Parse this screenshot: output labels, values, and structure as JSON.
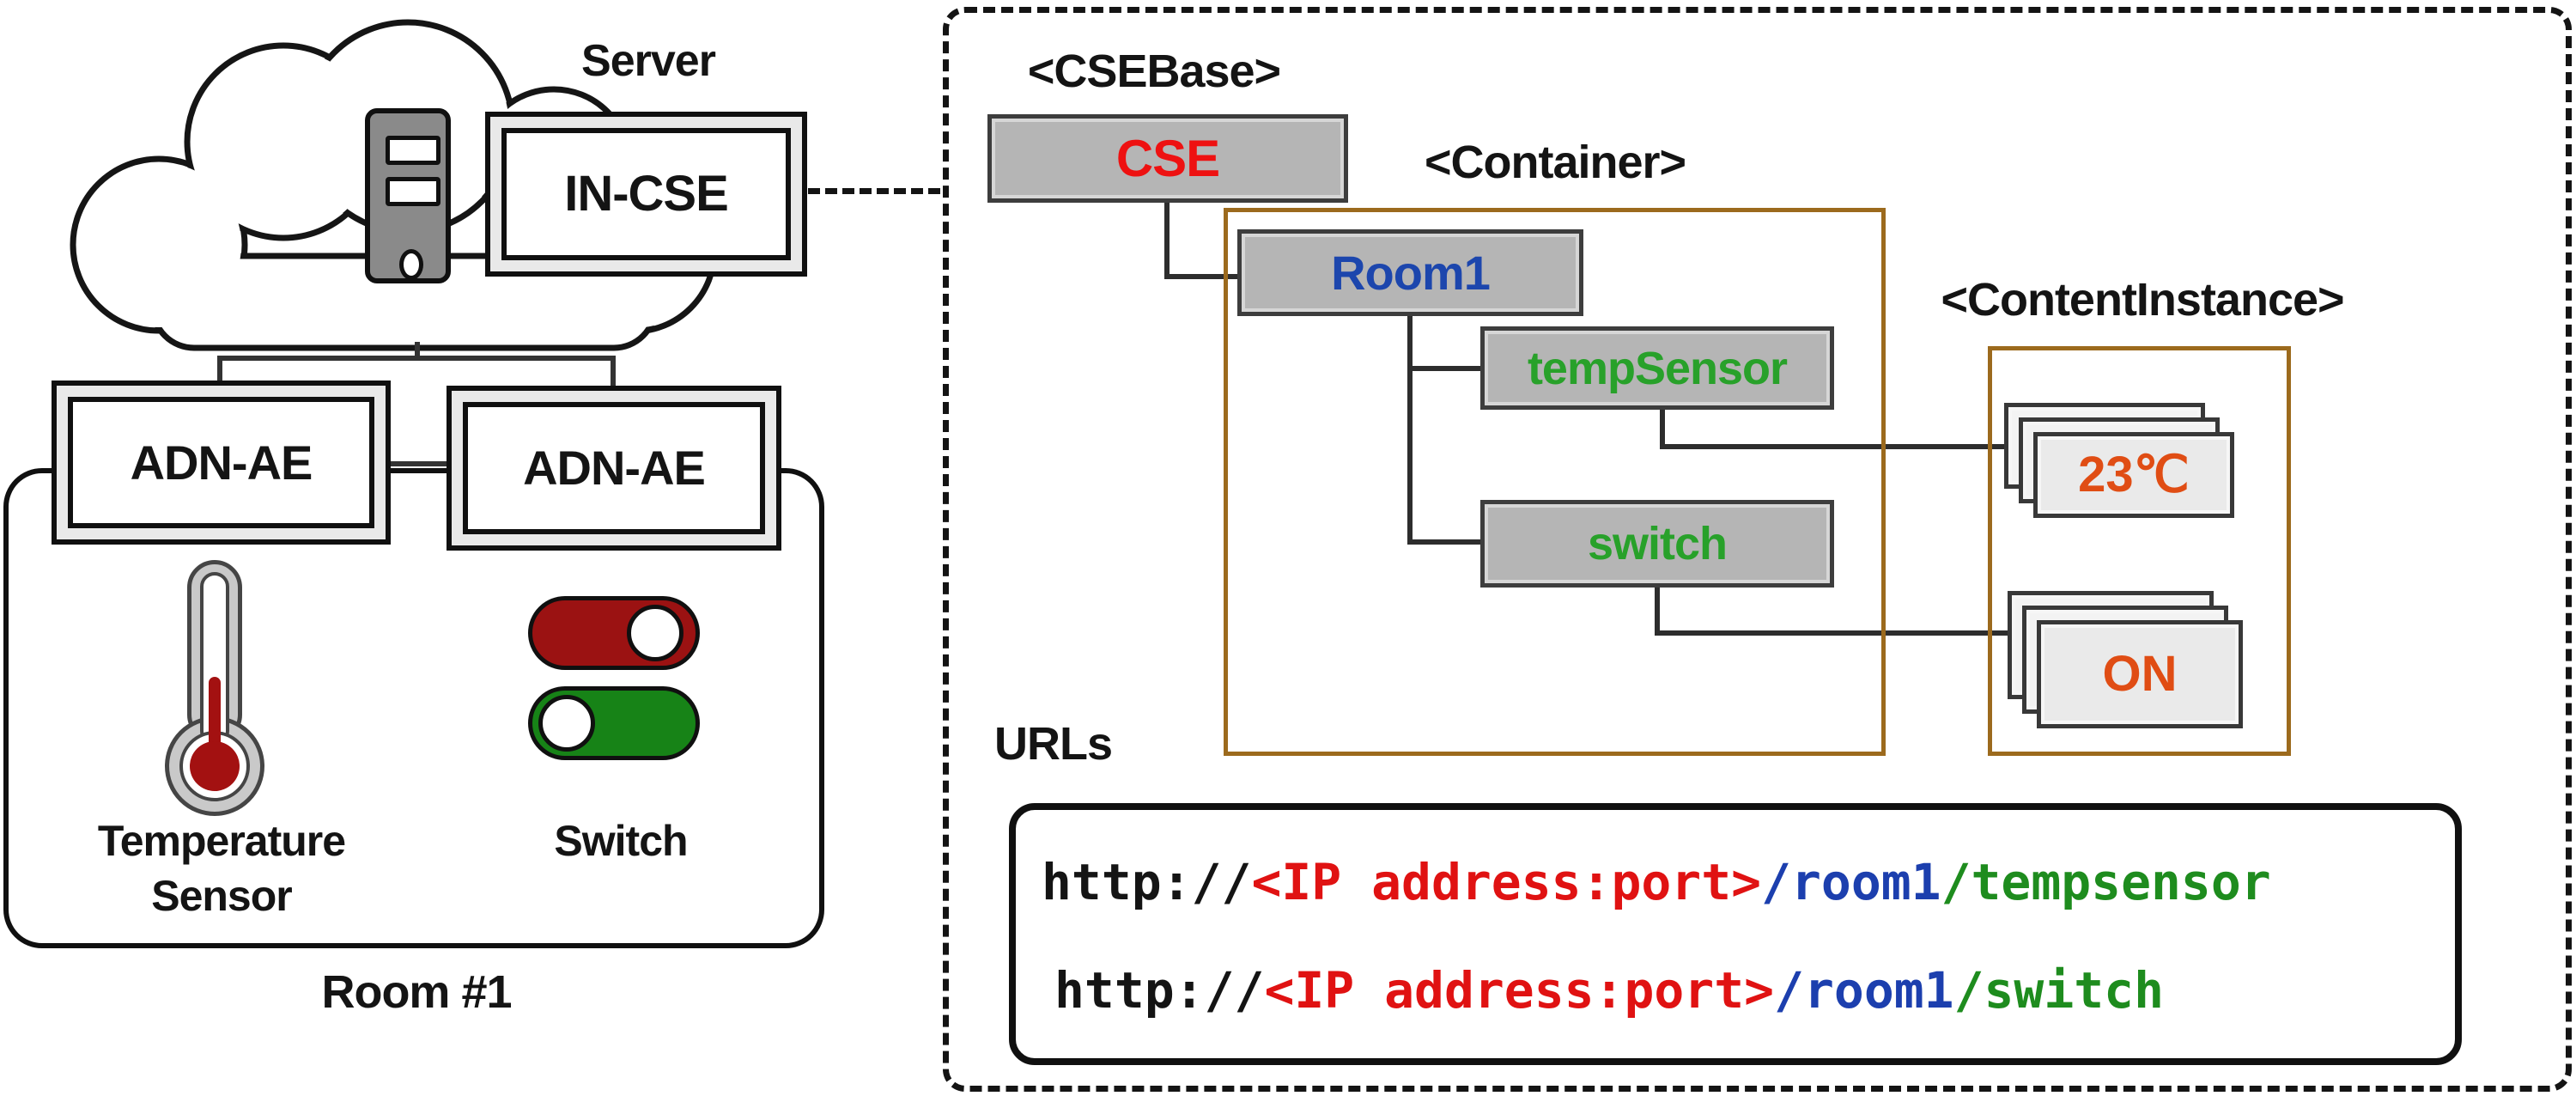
{
  "left": {
    "server_label": "Server",
    "incse_label": "IN-CSE",
    "adn1_label": "ADN-AE",
    "adn2_label": "ADN-AE",
    "temperature_line1": "Temperature",
    "temperature_line2": "Sensor",
    "switch_label": "Switch",
    "room_label": "Room #1"
  },
  "tree": {
    "csebase_tag": "<CSEBase>",
    "cse_label": "CSE",
    "container_tag": "<Container>",
    "room1_label": "Room1",
    "tempsensor_label": "tempSensor",
    "switch_label": "switch",
    "contentinstance_tag": "<ContentInstance>",
    "temp_value": "23℃",
    "switch_value": "ON"
  },
  "urls": {
    "title": "URLs",
    "lines": [
      {
        "scheme": "http://",
        "host": "<IP address:port>",
        "path1": "/room1",
        "path2": "/tempsensor"
      },
      {
        "scheme": "http://",
        "host": "<IP address:port>",
        "path1": "/room1",
        "path2": "/switch"
      }
    ]
  },
  "colors": {
    "box_gray": "#b5b5b5",
    "box_border": "#3d3d3d",
    "brown_outline": "#9c6a1d",
    "cse_red": "#ee1111",
    "room1_blue": "#1c46ad",
    "resource_green": "#28a12a",
    "value_orange": "#e04d14",
    "toggle_red": "#9b1212",
    "toggle_green": "#178317",
    "thermometer_red": "#a31111",
    "url_red": "#e01212",
    "url_blue": "#1c3fae",
    "url_green": "#1e8c1e"
  }
}
